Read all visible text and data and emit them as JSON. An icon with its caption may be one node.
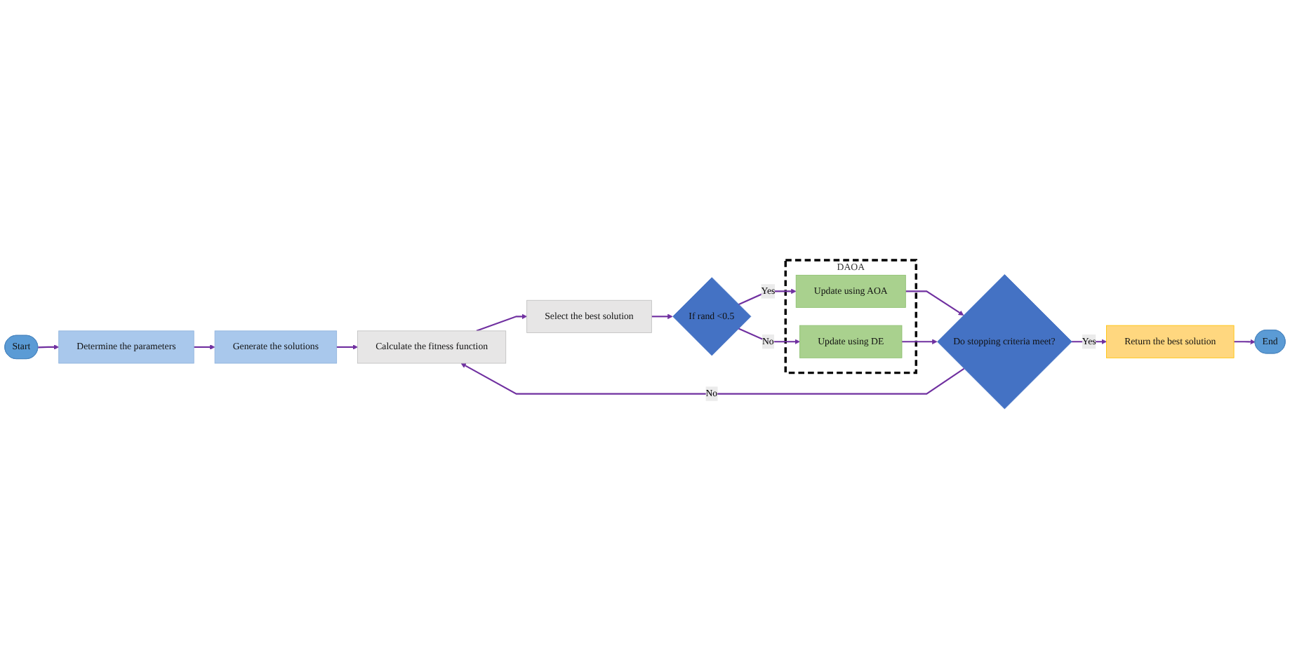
{
  "diagram": {
    "nodes": [
      {
        "text": [
          "Start"
        ]
      },
      {
        "text": [
          "Determine the parameters"
        ]
      },
      {
        "text": [
          "Generate the solutions"
        ]
      },
      {
        "text": [
          "Calculate the fitness function"
        ]
      },
      {
        "text": [
          "End"
        ]
      },
      {
        "text": [
          "DAOA"
        ]
      },
      {
        "text": [
          "Update using AOA"
        ],
        "in": 5
      },
      {
        "text": [
          "Select the best solution"
        ]
      },
      {
        "text": [
          "Return the best solution"
        ]
      },
      {
        "text": [
          "Update using DE"
        ],
        "in": 5
      },
      {
        "text": [
          "If rand <0.5"
        ]
      },
      {
        "text": [
          "Do stopping criteria meet?"
        ]
      }
    ],
    "edges": [
      {
        "from": 0,
        "to": 1,
        "arrow": "to"
      },
      {
        "from": 1,
        "to": 2,
        "arrow": "to"
      },
      {
        "from": 2,
        "to": 3,
        "arrow": "to"
      },
      {
        "from": 3,
        "to": 7,
        "arrow": "to"
      },
      {
        "from": 7,
        "to": 10,
        "arrow": "to"
      },
      {
        "from": 10,
        "to": 6,
        "label": "Yes",
        "arrow": "to"
      },
      {
        "from": 10,
        "to": 9,
        "label": "No",
        "arrow": "to"
      },
      {
        "from": 6,
        "to": 11,
        "arrow": "to"
      },
      {
        "from": 9,
        "to": 11,
        "arrow": "to"
      },
      {
        "from": 11,
        "to": 8,
        "label": "Yes",
        "arrow": "to"
      },
      {
        "from": 8,
        "to": 4,
        "arrow": "to"
      },
      {
        "from": 11,
        "to": 3,
        "label": "No",
        "arrow": "to"
      }
    ]
  }
}
